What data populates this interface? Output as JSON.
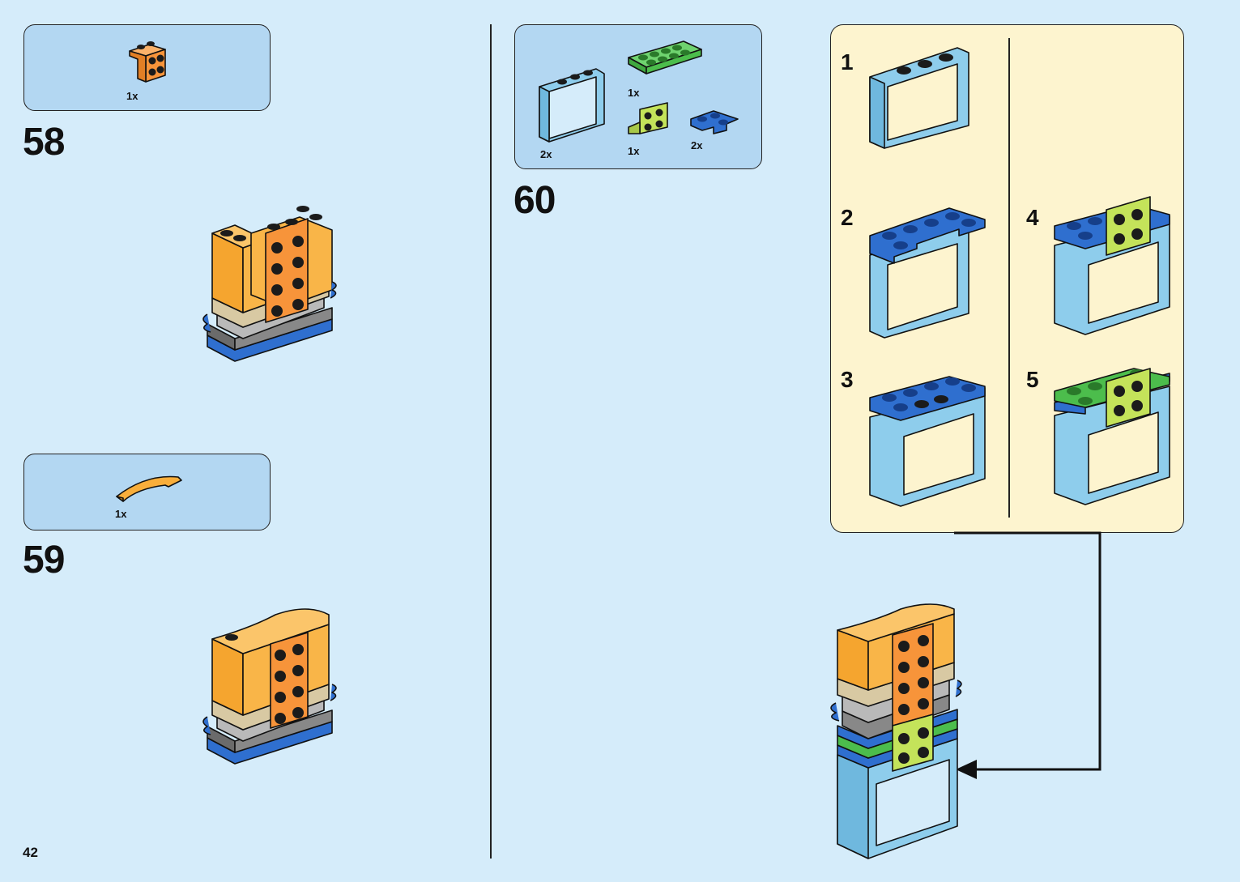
{
  "page": {
    "page_number": "42",
    "background_color": "#d5ecfa",
    "parts_box_color": "#b3d7f2",
    "subassembly_panel_color": "#fdf4cf"
  },
  "steps": [
    {
      "number": "58",
      "parts": [
        {
          "name": "orange bracket 1x2 - 2x2",
          "color": "#f7943a",
          "quantity": "1x"
        }
      ]
    },
    {
      "number": "59",
      "parts": [
        {
          "name": "bright light orange curved slope 1x4",
          "color": "#f9ae3b",
          "quantity": "1x"
        }
      ]
    },
    {
      "number": "60",
      "parts": [
        {
          "name": "medium azure window frame 1x4x3",
          "color": "#6fb8de",
          "quantity": "2x"
        },
        {
          "name": "bright green plate 2x4",
          "color": "#4cbd4c",
          "quantity": "1x"
        },
        {
          "name": "lime bracket 1x2 - 2x2",
          "color": "#c4e35a",
          "quantity": "1x"
        },
        {
          "name": "blue corner plate 2x2",
          "color": "#2f6fcf",
          "quantity": "2x"
        }
      ],
      "subassembly": {
        "sub_steps": [
          "1",
          "2",
          "3",
          "4",
          "5"
        ]
      }
    }
  ],
  "icons": {
    "callout_arrow": "arrow-left"
  }
}
